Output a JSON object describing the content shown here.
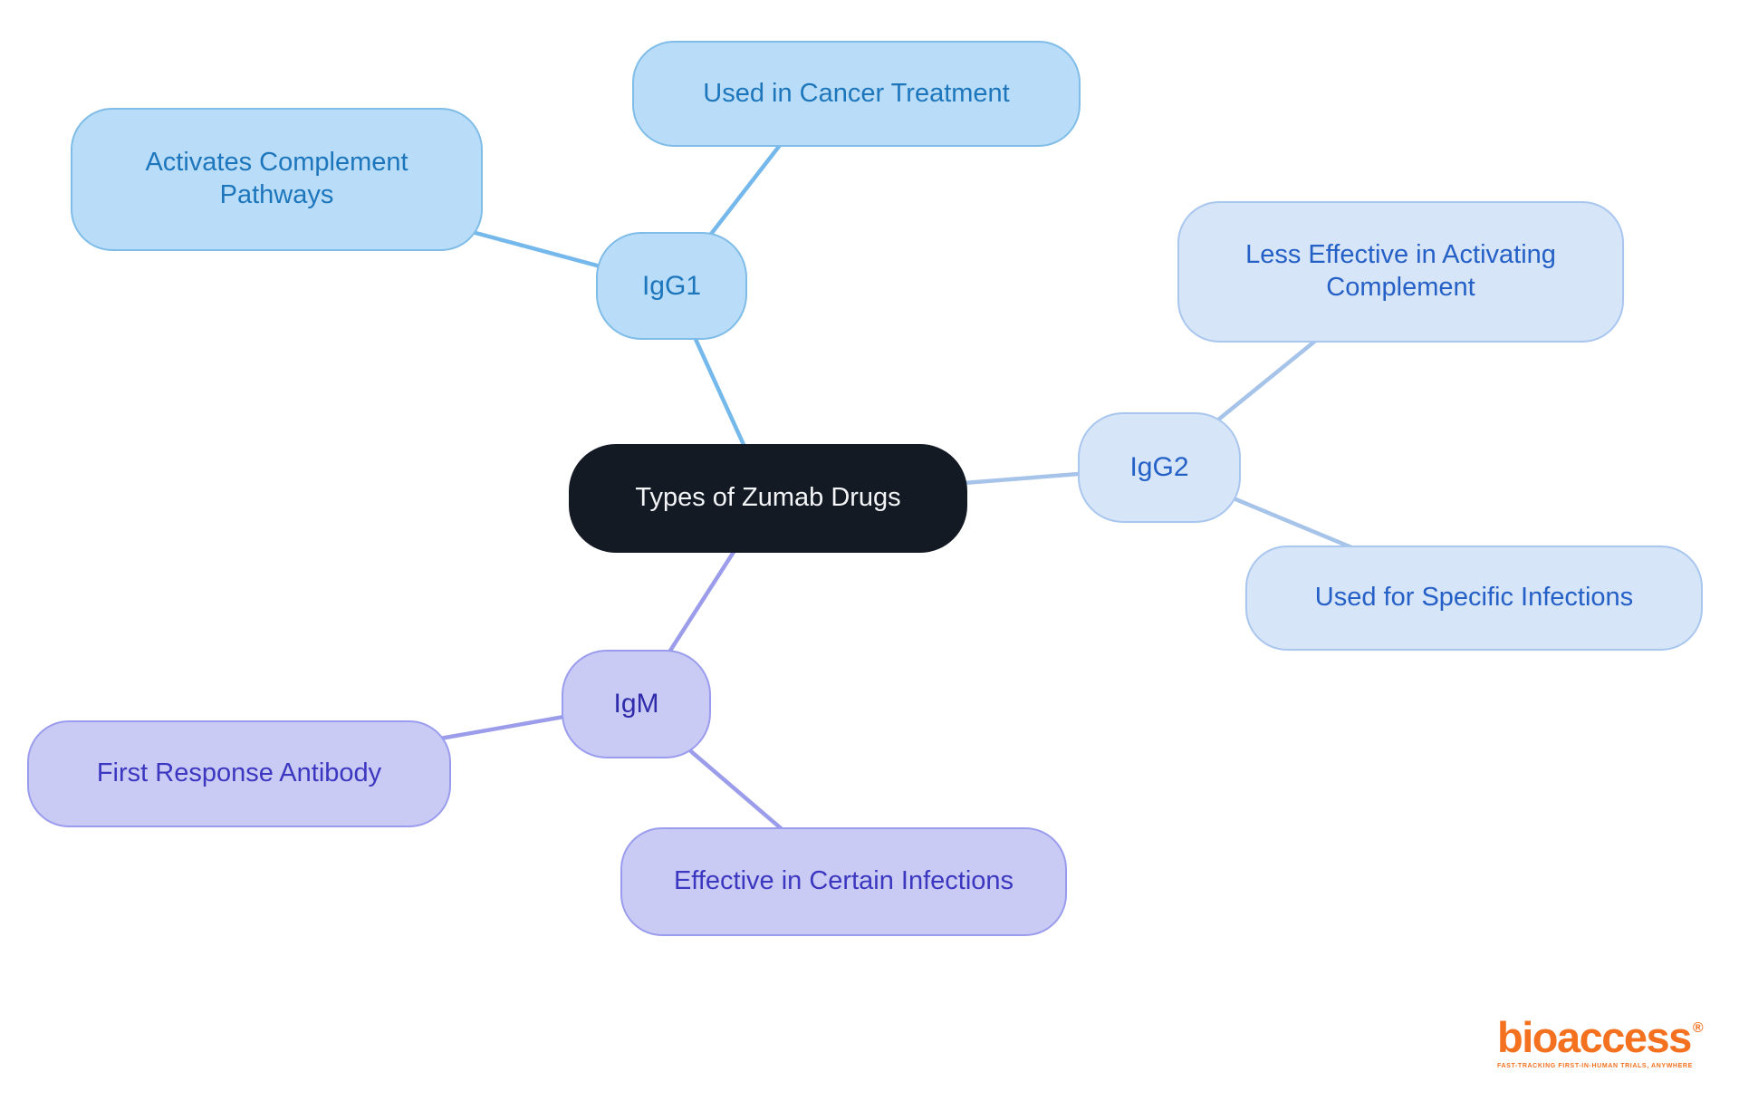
{
  "diagram": {
    "center": {
      "label": "Types of Zumab Drugs"
    },
    "branches": [
      {
        "id": "igg1",
        "label": "IgG1",
        "children": [
          {
            "label": "Activates Complement Pathways"
          },
          {
            "label": "Used in Cancer Treatment"
          }
        ]
      },
      {
        "id": "igg2",
        "label": "IgG2",
        "children": [
          {
            "label": "Less Effective in Activating Complement"
          },
          {
            "label": "Used for Specific Infections"
          }
        ]
      },
      {
        "id": "igm",
        "label": "IgM",
        "children": [
          {
            "label": "First Response Antibody"
          },
          {
            "label": "Effective in Certain Infections"
          }
        ]
      }
    ]
  },
  "palette": {
    "background": "#ffffff",
    "central_fill": "#141a24",
    "central_text": "#f2f4f6",
    "igg1_fill": "#b9ddf8",
    "igg1_border": "#7fbce8",
    "igg1_text": "#1d76bc",
    "igg1_line": "#74b8ec",
    "igg2_fill": "#d7e5f9",
    "igg2_border": "#a9c6ee",
    "igg2_text": "#2560c6",
    "igg2_line": "#a6c3e9",
    "igm_fill": "#cacbf4",
    "igm_border": "#9a9cee",
    "igm_label_text": "#2f2cab",
    "igm_child_text": "#3c37c0",
    "igm_text": "#3c37c0",
    "igm_line": "#9b9dea",
    "logo_orange": "#f4711f"
  },
  "footer": {
    "logo_text": "bioaccess",
    "registered_mark": "®",
    "tagline": "FAST-TRACKING FIRST-IN-HUMAN TRIALS, ANYWHERE"
  }
}
